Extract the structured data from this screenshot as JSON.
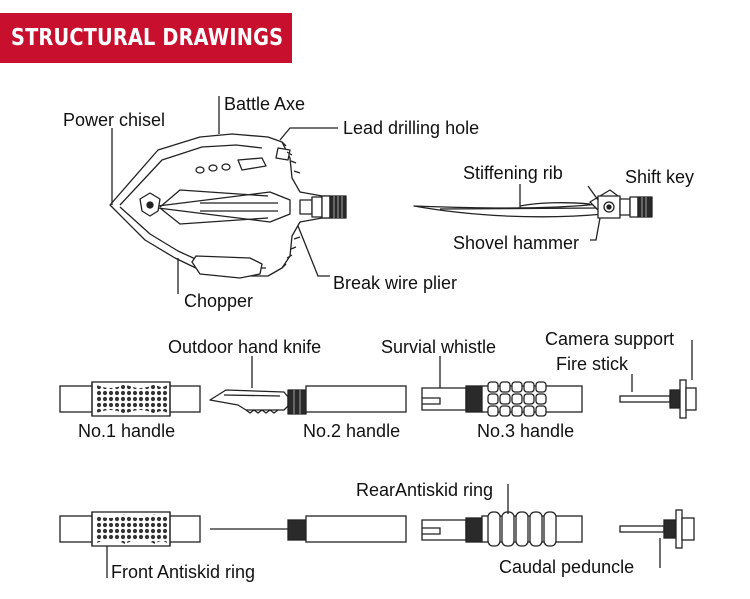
{
  "header": {
    "title": "STRUCTURAL DRAWINGS",
    "banner_color": "#c8102e"
  },
  "labels": {
    "power_chisel": "Power chisel",
    "battle_axe": "Battle Axe",
    "lead_drilling_hole": "Lead drilling hole",
    "stiffening_rib": "Stiffening rib",
    "shift_key": "Shift key",
    "shovel_hammer": "Shovel hammer",
    "chopper": "Chopper",
    "break_wire_plier": "Break wire plier",
    "outdoor_hand_knife": "Outdoor hand knife",
    "survial_whistle": "Survial whistle",
    "camera_support": "Camera support",
    "fire_stick": "Fire stick",
    "no1_handle": "No.1 handle",
    "no2_handle": "No.2 handle",
    "no3_handle": "No.3 handle",
    "rear_antiskid_ring": "RearAntiskid ring",
    "front_antiskid_ring": "Front Antiskid ring",
    "caudal_peduncle": "Caudal peduncle"
  },
  "colors": {
    "line": "#222222",
    "dark_part": "#2a2a2a"
  }
}
